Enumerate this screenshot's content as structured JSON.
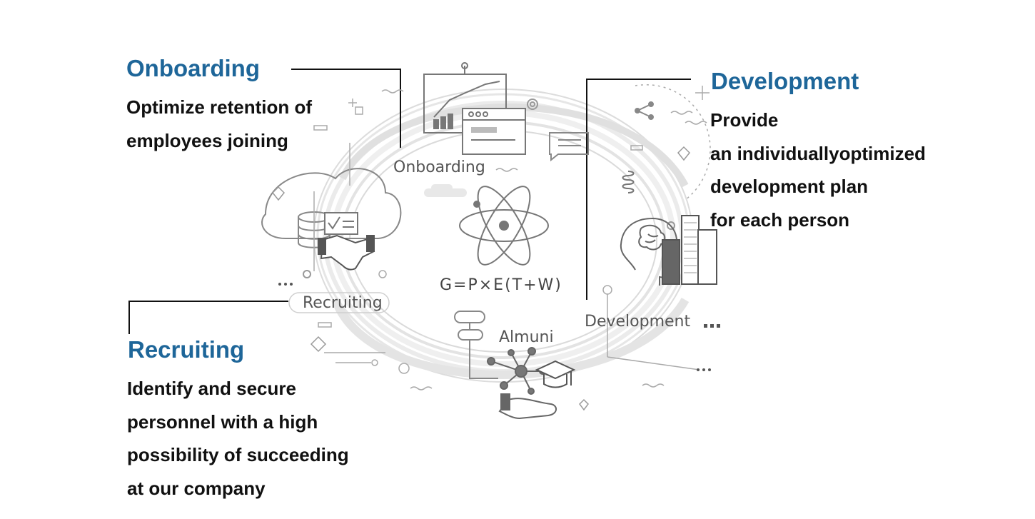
{
  "onboarding": {
    "heading": "Onboarding",
    "description": [
      "Optimize retention of",
      "employees joining"
    ],
    "graphic_label": "Onboarding"
  },
  "development": {
    "heading": "Development",
    "description": [
      "Provide",
      "an individuallyoptimized",
      "development plan",
      "for each person"
    ],
    "graphic_label": "Development"
  },
  "recruiting": {
    "heading": "Recruiting",
    "description": [
      "Identify and secure",
      "personnel with a high",
      "possibility of succeeding",
      "at our company"
    ],
    "graphic_label": "Recruiting"
  },
  "alumni": {
    "graphic_label": "Almuni"
  },
  "formula": "G=P×E(T+W)",
  "colors": {
    "heading": "#1e6699",
    "text": "#111111",
    "line": "#111111",
    "graphic": "#7a7a7a",
    "swirl": "#d9d9d9"
  },
  "icons": [
    "presentation-board-icon",
    "browser-window-icon",
    "chat-bubble-icon",
    "gear-icon",
    "share-icon",
    "atom-icon",
    "cloud-database-icon",
    "handshake-icon",
    "checklist-icon",
    "head-brain-icon",
    "buildings-icon",
    "network-hand-icon",
    "graduation-cap-icon",
    "diamond-icon",
    "spring-icon",
    "flowchart-icon"
  ]
}
